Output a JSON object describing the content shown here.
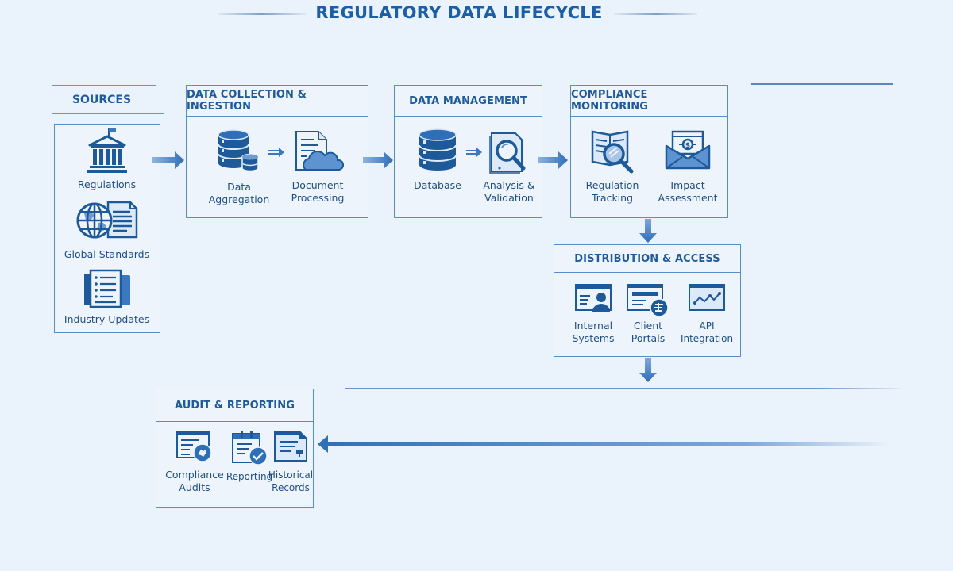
{
  "title": "REGULATORY DATA LIFECYCLE",
  "colors": {
    "background": "#eaf2fb",
    "primary": "#1f5a9c",
    "border": "#5a8cc6",
    "icon_dark": "#1e5a99",
    "icon_light": "#dce9f8",
    "arrow": "#3b78c0"
  },
  "stages": {
    "sources": {
      "title": "SOURCES",
      "items": [
        {
          "label": "Regulations",
          "icon": "government-building-icon"
        },
        {
          "label": "Global Standards",
          "icon": "globe-document-icon"
        },
        {
          "label": "Industry Updates",
          "icon": "document-stack-icon"
        }
      ]
    },
    "collection": {
      "title": "DATA COLLECTION & INGESTION",
      "items": [
        {
          "label": "Data Aggregation",
          "icon": "database-stack-icon"
        },
        {
          "label": "Document Processing",
          "label_lines": [
            "Document",
            "Processing"
          ],
          "icon": "document-cloud-icon"
        }
      ]
    },
    "management": {
      "title": "DATA MANAGEMENT",
      "items": [
        {
          "label": "Database",
          "icon": "database-icon"
        },
        {
          "label": "Analysis & Validation",
          "label_lines": [
            "Analysis &",
            "Validation"
          ],
          "icon": "document-magnifier-icon"
        }
      ]
    },
    "monitoring": {
      "title": "COMPLIANCE MONITORING",
      "items": [
        {
          "label": "Regulation Tracking",
          "label_lines": [
            "Regulation",
            "Tracking"
          ],
          "icon": "book-magnifier-icon"
        },
        {
          "label": "Impact Assessment",
          "label_lines": [
            "Impact",
            "Assessment"
          ],
          "icon": "envelope-dollar-icon"
        }
      ]
    },
    "distribution": {
      "title": "DISTRIBUTION & ACCESS",
      "items": [
        {
          "label": "Internal Systems",
          "label_lines": [
            "Internal",
            "Systems"
          ],
          "icon": "window-user-icon"
        },
        {
          "label": "Client Portals",
          "label_lines": [
            "Client",
            "Portals"
          ],
          "icon": "window-portal-icon"
        },
        {
          "label": "API Integration",
          "label_lines": [
            "API",
            "Integration"
          ],
          "icon": "window-chart-icon"
        }
      ]
    },
    "audit": {
      "title": "AUDIT & REPORTING",
      "items": [
        {
          "label": "Compliance Audits",
          "label_lines": [
            "Compliance",
            "Audits"
          ],
          "icon": "window-badge-icon"
        },
        {
          "label": "Reporting",
          "icon": "clipboard-check-icon"
        },
        {
          "label": "Historical Records",
          "label_lines": [
            "Historical",
            "Records"
          ],
          "icon": "document-archive-icon"
        }
      ]
    }
  }
}
